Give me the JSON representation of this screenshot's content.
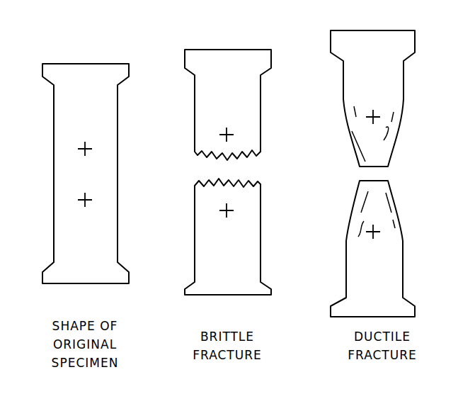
{
  "diagram": {
    "labels": [
      "SHAPE OF ORIGINAL SPECIMEN",
      "BRITTLE FRACTURE",
      "DUCTILE FRACTURE"
    ]
  }
}
